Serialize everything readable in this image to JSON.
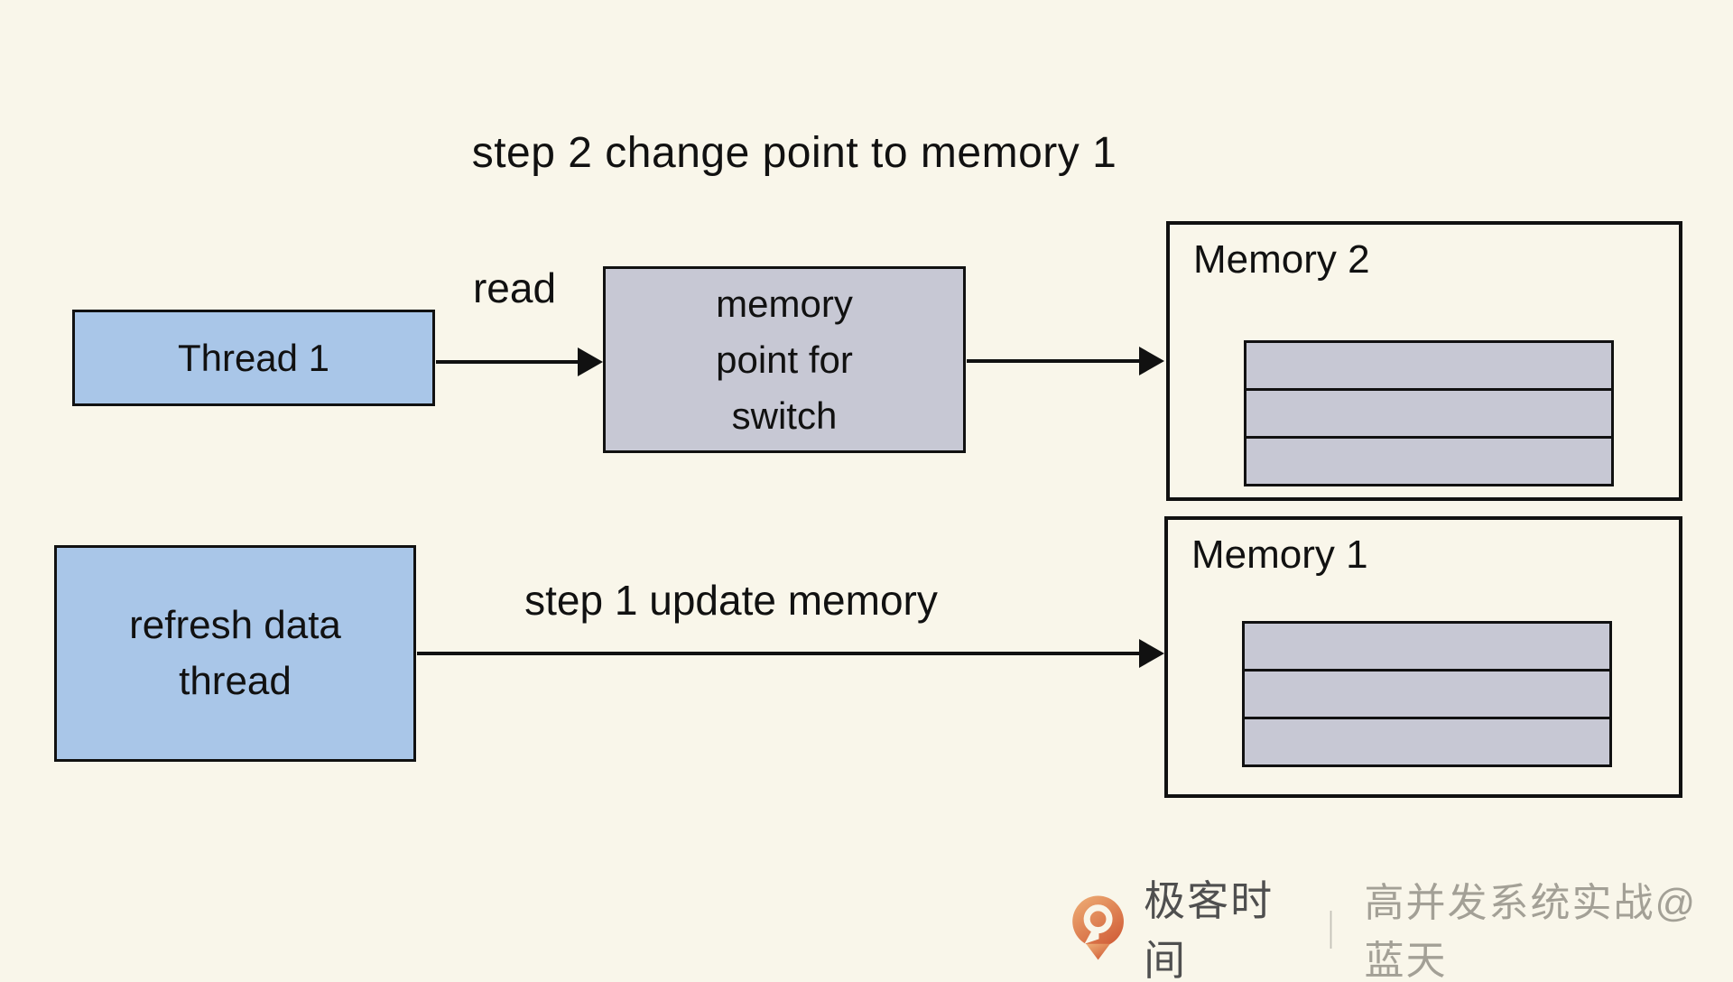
{
  "diagram": {
    "title": "step 2 change point to memory 1",
    "colors": {
      "background": "#f9f6ea",
      "node_blue": "#a9c6e8",
      "node_gray": "#c7c8d4",
      "line": "#111111"
    },
    "nodes": {
      "thread1": {
        "label": "Thread 1"
      },
      "memory_point": {
        "line1": "memory",
        "line2": "point for",
        "line3": "switch"
      },
      "refresh_thread": {
        "line1": "refresh data",
        "line2": "thread"
      },
      "memory2": {
        "title": "Memory 2",
        "row_count": 3
      },
      "memory1": {
        "title": "Memory 1",
        "row_count": 3
      }
    },
    "edges": {
      "read": {
        "label": "read"
      },
      "step1": {
        "label": "step 1 update memory"
      }
    }
  },
  "footer": {
    "brand": "极客时间",
    "separator": "｜",
    "watermark": "高并发系统实战@蓝天",
    "logo": "geektime-logo",
    "logo_color_top": "#efb077",
    "logo_color_bottom": "#d2603a"
  }
}
